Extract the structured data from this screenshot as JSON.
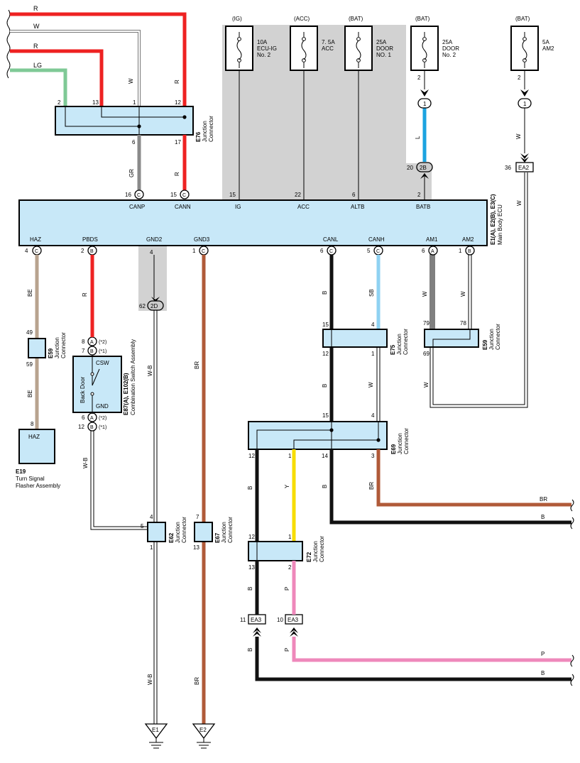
{
  "power": {
    "ig": "(IG)",
    "acc": "(ACC)",
    "bat1": "(BAT)",
    "bat2": "(BAT)",
    "bat3": "(BAT)"
  },
  "fuses": {
    "f1": {
      "a": "10A",
      "b": "ECU-IG",
      "c": "No. 2"
    },
    "f2": {
      "a": "7. 5A",
      "b": "ACC"
    },
    "f3": {
      "a": "25A",
      "b": "DOOR",
      "c": "NO. 1"
    },
    "f4": {
      "a": "25A",
      "b": "DOOR",
      "c": "No. 2"
    },
    "f5": {
      "a": "5A",
      "b": "AM2"
    }
  },
  "wires": {
    "r": "R",
    "w": "W",
    "lg": "LG",
    "gr": "GR",
    "l": "L",
    "be": "BE",
    "wb": "W-B",
    "br": "BR",
    "b": "B",
    "sb": "SB",
    "y": "Y",
    "p": "P"
  },
  "connectors": {
    "e76": {
      "id": "E76",
      "l1": "Junction",
      "l2": "Connector"
    },
    "ecu": {
      "id": "E1(A), E2(B), E3(C)",
      "name": "Main Body ECU"
    },
    "e59a": {
      "id": "E59",
      "l1": "Junction",
      "l2": "Connector"
    },
    "e59b": {
      "id": "E59",
      "l1": "Junction",
      "l2": "Connector"
    },
    "e75": {
      "id": "E75",
      "l1": "Junction",
      "l2": "Connector"
    },
    "e69": {
      "id": "E69",
      "l1": "Junction",
      "l2": "Connector"
    },
    "e72": {
      "id": "E72",
      "l1": "Junction",
      "l2": "Connector"
    },
    "e62": {
      "id": "E62",
      "l1": "Junction",
      "l2": "Connector"
    },
    "e67": {
      "id": "E67",
      "l1": "Junction",
      "l2": "Connector"
    },
    "e87": {
      "id": "E87(A), E102(B)",
      "name": "Combination Switch Assembly"
    },
    "e19": {
      "id": "E19",
      "name1": "Turn Signal",
      "name2": "Flasher Assembly"
    }
  },
  "ecu_pins": {
    "canp": "CANP",
    "cann": "CANN",
    "ig": "IG",
    "acc": "ACC",
    "altb": "ALTB",
    "batb": "BATB",
    "haz": "HAZ",
    "pbds": "PBDS",
    "gnd2": "GND2",
    "gnd3": "GND3",
    "canl": "CANL",
    "canh": "CANH",
    "am1": "AM1",
    "am2": "AM2"
  },
  "pins": {
    "p2": "2",
    "p13": "13",
    "p1": "1",
    "p12": "12",
    "p6": "6",
    "p17": "17",
    "p16": "16",
    "p15": "15",
    "p22": "22",
    "p20": "20",
    "p36": "36",
    "p4": "4",
    "p49": "49",
    "p59": "59",
    "p8": "8",
    "p7": "7",
    "p62": "62",
    "p5": "5",
    "p14": "14",
    "p3": "3",
    "p79": "79",
    "p78": "78",
    "p69": "69",
    "p11": "11",
    "p10": "10"
  },
  "letters": {
    "a": "A",
    "b": "B",
    "c": "C"
  },
  "relay_ids": {
    "ea2": "EA2",
    "ea3": "EA3",
    "d2b": "2B",
    "d2d": "2D"
  },
  "switch": {
    "csw": "CSW",
    "gnd": "GND",
    "back_door": "Back Door",
    "m2": "(*2)",
    "m1": "(*1)"
  },
  "e19_haz": "HAZ",
  "grounds": {
    "e1": "E1",
    "e2": "E2"
  },
  "colors": {
    "red": "#ee2222",
    "green": "#7fc996",
    "gray": "#8a8a8a",
    "blue": "#1ba3e0",
    "tan": "#b8a38f",
    "brown": "#b05a38",
    "black": "#111111",
    "skyblue": "#8fd2f2",
    "yellow": "#f7dd00",
    "pink": "#ee88bb",
    "block": "#c8e8f8",
    "shade": "#d2d2d2"
  }
}
